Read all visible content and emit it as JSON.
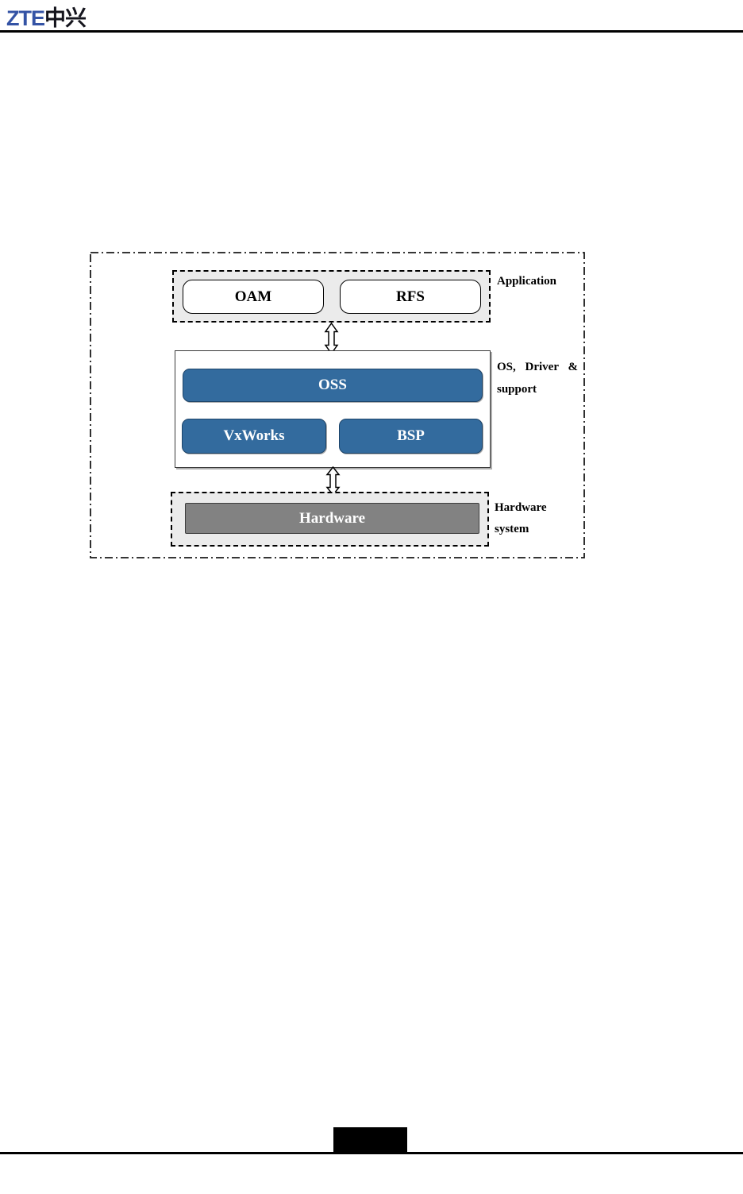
{
  "header": {
    "logo_zte": "ZTE",
    "logo_cn": "中兴"
  },
  "diagram": {
    "application": {
      "label": "Application",
      "blocks": {
        "oam": "OAM",
        "rfs": "RFS"
      }
    },
    "os": {
      "label_line1": "OS, Driver &",
      "label_line2": "support",
      "blocks": {
        "oss": "OSS",
        "vxworks": "VxWorks",
        "bsp": "BSP"
      }
    },
    "hardware": {
      "label_line1": "Hardware",
      "label_line2": "system",
      "blocks": {
        "hardware": "Hardware"
      }
    }
  },
  "colors": {
    "logo_blue": "#3453a5",
    "block_blue": "#336b9e",
    "block_gray": "#828282",
    "panel_fill": "#ebebeb",
    "rule_black": "#000000"
  }
}
